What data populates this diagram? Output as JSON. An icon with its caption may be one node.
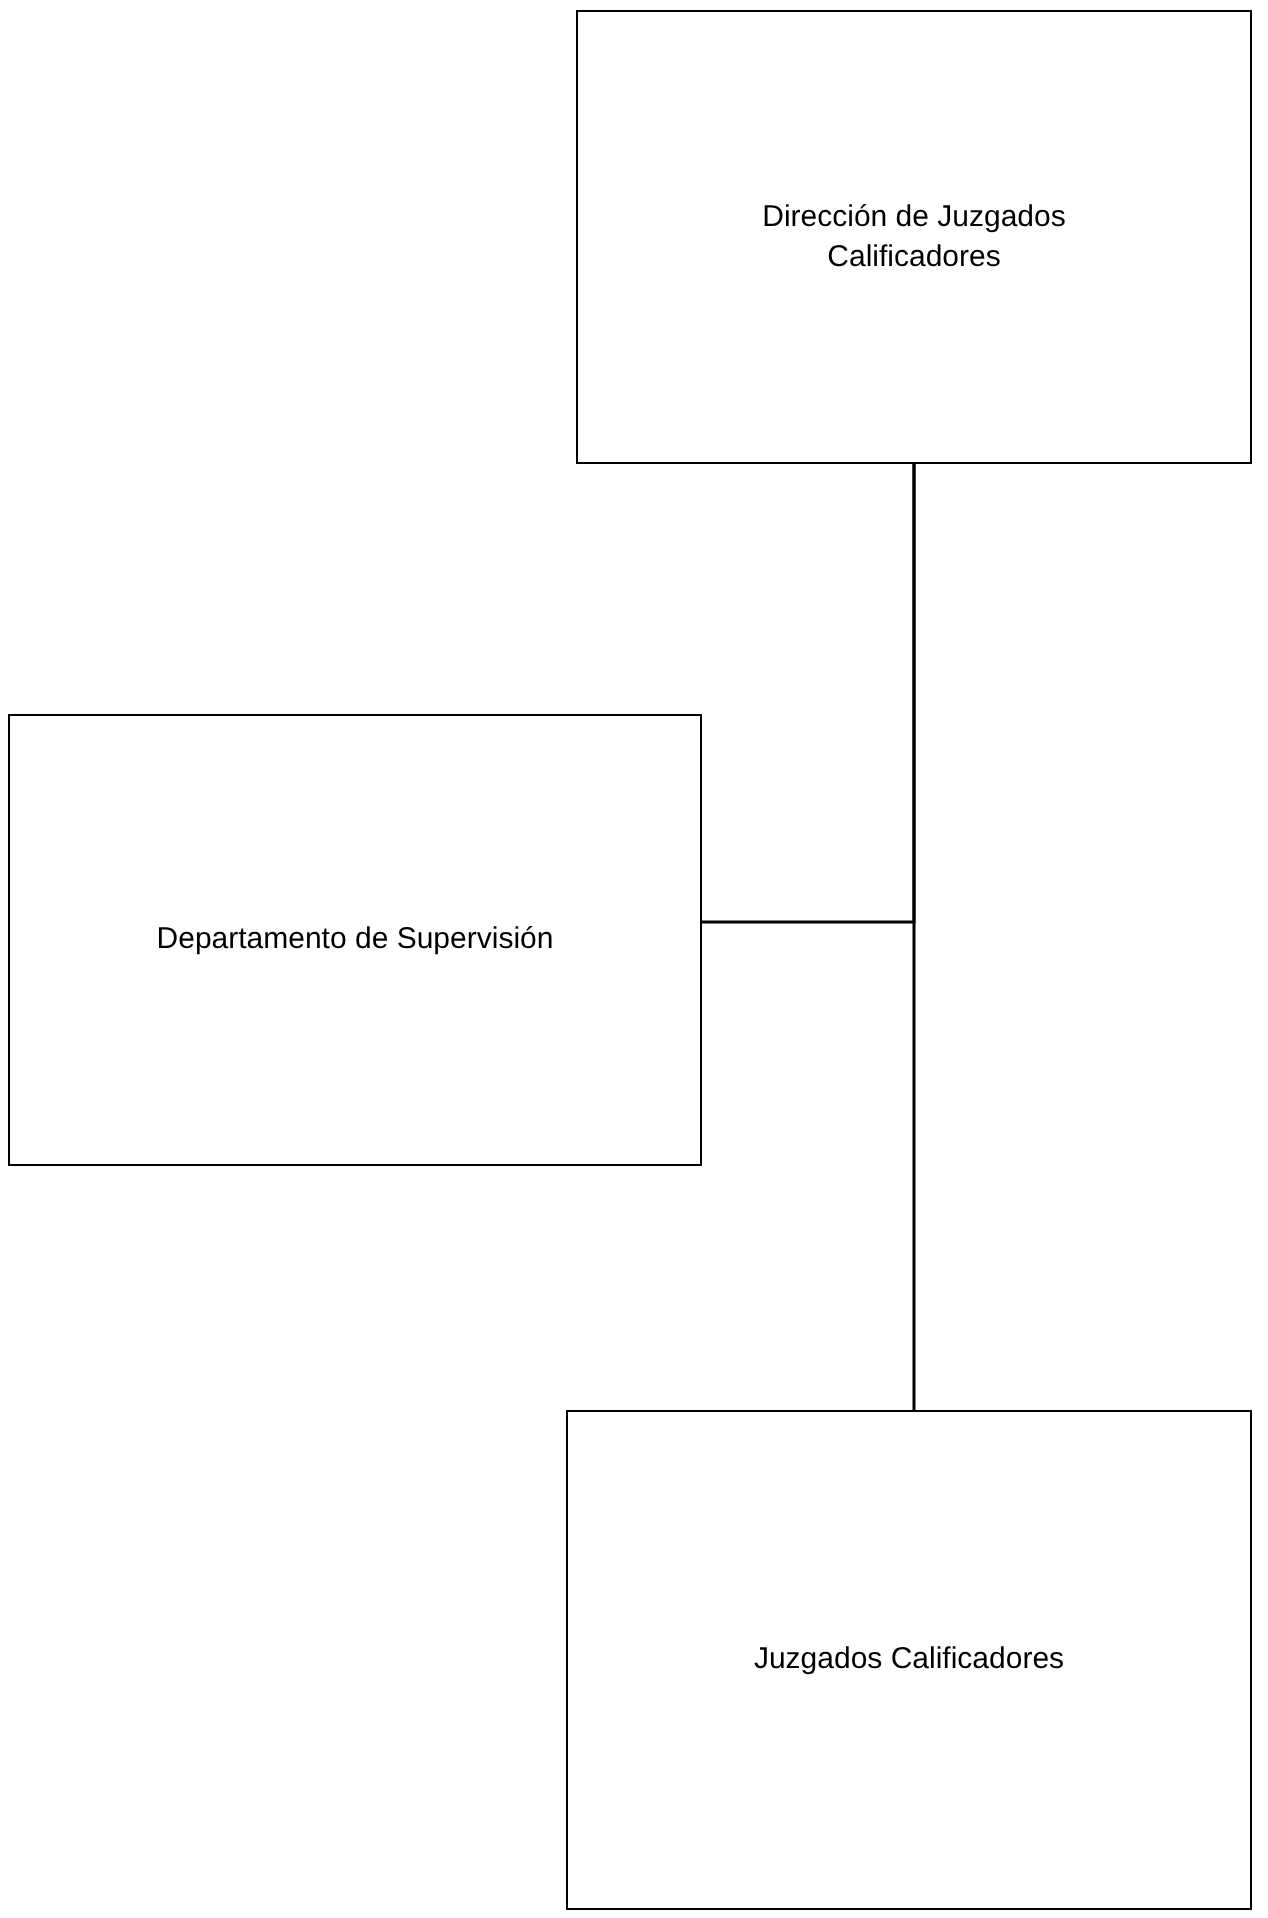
{
  "diagram": {
    "nodes": [
      {
        "text": [
          "Dirección de Juzgados Calificadores"
        ]
      },
      {
        "text": [
          "Departamento de Supervisión"
        ]
      },
      {
        "text": [
          "Juzgados Calificadores"
        ]
      }
    ],
    "edges": [
      {
        "from": 0,
        "to": 1,
        "arrow": "none"
      },
      {
        "from": 0,
        "to": 2,
        "arrow": "none"
      }
    ]
  }
}
